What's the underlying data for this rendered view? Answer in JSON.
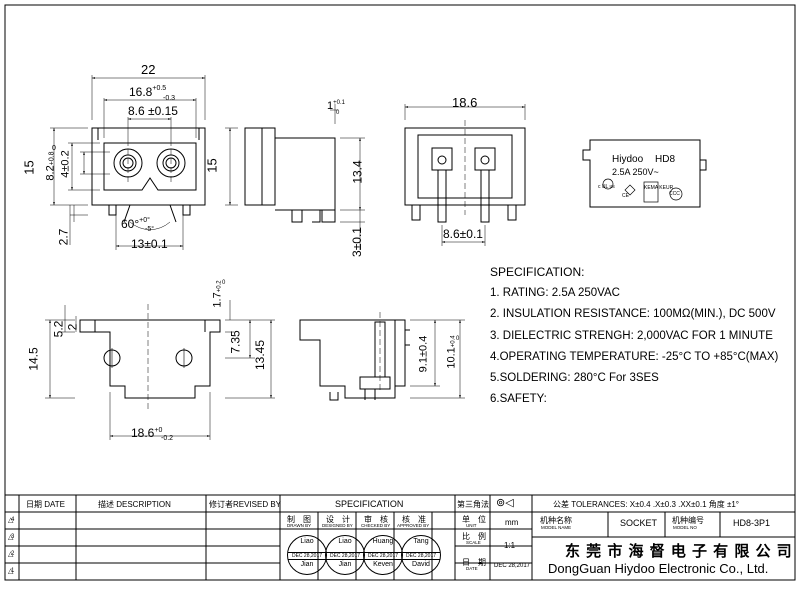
{
  "dimensions": {
    "top_width": "22",
    "top_outer": "16.8",
    "top_outer_tol_hi": "+0.5",
    "top_outer_tol_lo": "-0.3",
    "top_pitch": "8.6 ±0.15",
    "left_height": "15",
    "left_82": "8.2",
    "left_82_tol_hi": "+0.8",
    "left_82_tol_lo": "0",
    "left_4": "4±0.2",
    "left_27": "2.7",
    "angle": "60°",
    "angle_tol_hi": "+0°",
    "angle_tol_lo": "-5°",
    "bottom_13": "13±0.1",
    "side_height": "15",
    "side_1": "1",
    "side_1_tol_hi": "+0.1",
    "side_1_tol_lo": "0",
    "side_134": "13.4",
    "side_3": "3±0.1",
    "rear_width": "18.6",
    "rear_pitch": "8.6±0.1",
    "cut_17": "1.7",
    "cut_17_tol_hi": "+0.2",
    "cut_17_tol_lo": "0",
    "cut_52": "5.2",
    "cut_2": "2",
    "cut_145": "14.5",
    "cut_735": "7.35",
    "cut_1345": "13.45",
    "cut_186": "18.6",
    "cut_186_tol_hi": "+0",
    "cut_186_tol_lo": "-0.2",
    "sec_91": "9.1±0.4",
    "sec_101": "10.1",
    "sec_101_tol_hi": "+0.4",
    "sec_101_tol_lo": "0"
  },
  "label": {
    "brand": "Hiydoo",
    "model": "HD8",
    "rating": "2.5A 250V~",
    "marks": [
      "c UL us",
      "KEMA KEUR",
      "CE",
      "CCC"
    ]
  },
  "specification": {
    "title": "SPECIFICATION:",
    "items": [
      "1. RATING: 2.5A 250VAC",
      "2. INSULATION RESISTANCE: 100MΩ(MIN.), DC 500V",
      "3. DIELECTRIC STRENGH: 2,000VAC FOR 1 MINUTE",
      "4.OPERATING TEMPERATURE: -25°C TO +85°C(MAX)",
      "5.SOLDERING: 280°C For 3SES",
      "6.SAFETY:"
    ]
  },
  "title_block": {
    "date_col": "日期 DATE",
    "desc_col": "描述 DESCRIPTION",
    "revised_col": "修订者REVISED BY",
    "spec_col": "SPECIFICATION",
    "projection": "第三角法",
    "tolerances": "公差 TOLERANCES: X±0.4  .X±0.3 .XX±0.1 角度 ±1°",
    "rev_markers": [
      "4",
      "3",
      "2",
      "1"
    ],
    "drawn_by": "制　图",
    "drawn_by_en": "DRAWN BY",
    "designed_by": "设　计",
    "designed_by_en": "DESIGNED BY",
    "checked_by": "审　核",
    "checked_by_en": "CHECKED BY",
    "approved_by": "核　准",
    "approved_by_en": "APPROVED BY",
    "unit_label": "单　位",
    "unit_label_en": "UNIT",
    "unit_value": "mm",
    "scale_label": "比　例",
    "scale_label_en": "SCALE",
    "scale_value": "1:1",
    "date_label": "日　期",
    "date_label_en": "DATE",
    "date_value": "DEC 28,2017",
    "model_name_label": "机种名称",
    "model_name_label_en": "MODEL NAME",
    "model_name_value": "SOCKET",
    "model_no_label": "机种编号",
    "model_no_label_en": "MODEL NO",
    "model_no_value": "HD8-3P1",
    "company_cn": "东 莞 市 海 督 电 子 有 限 公 司",
    "company_en": "DongGuan Hiydoo Electronic  Co., Ltd.",
    "signatures": [
      {
        "top": "Liao",
        "date": "DEC 28,2017",
        "bottom": "Jian"
      },
      {
        "top": "Liao",
        "date": "DEC 28,2017",
        "bottom": "Jian"
      },
      {
        "top": "Huang",
        "date": "DEC 28,2017",
        "bottom": "Keven"
      },
      {
        "top": "Tang",
        "date": "DEC 28,2017",
        "bottom": "David"
      }
    ]
  }
}
